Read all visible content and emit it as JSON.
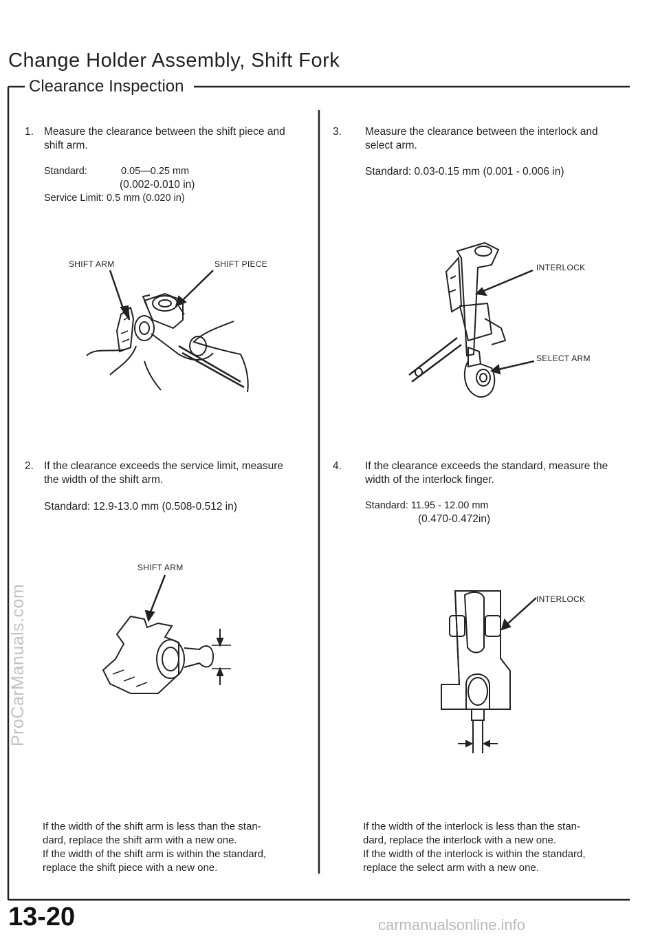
{
  "page": {
    "title": "Change Holder Assembly, Shift Fork",
    "section": "Clearance Inspection",
    "page_number": "13-20",
    "watermark": "ProCarManuals.com",
    "footer_link": "carmanualsonline.info"
  },
  "steps": {
    "s1": {
      "num": "1.",
      "text_line1": "Measure the clearance between the shift piece and",
      "text_line2": "shift arm.",
      "standard_label": "Standard:",
      "standard_mm": "0.05—0.25 mm",
      "standard_in": "(0.002-0.010 in)",
      "service_limit": "Service Limit: 0.5 mm (0.020 in)"
    },
    "s2": {
      "num": "2.",
      "text_line1": "If the clearance exceeds the service limit, measure",
      "text_line2": "the width of the shift arm.",
      "standard": "Standard: 12.9-13.0 mm (0.508-0.512 in)"
    },
    "s3": {
      "num": "3.",
      "text_line1": "Measure the clearance between the interlock and",
      "text_line2": "select arm.",
      "standard": "Standard: 0.03-0.15 mm (0.001 - 0.006 in)"
    },
    "s4": {
      "num": "4.",
      "text_line1": "If the clearance exceeds the standard, measure the",
      "text_line2": "width of the interlock finger.",
      "standard_mm": "Standard: 11.95 - 12.00 mm",
      "standard_in": "(0.470-0.472in)"
    }
  },
  "labels": {
    "shift_arm_1": "SHIFT ARM",
    "shift_piece": "SHIFT PIECE",
    "interlock_1": "INTERLOCK",
    "select_arm": "SELECT ARM",
    "shift_arm_2": "SHIFT ARM",
    "interlock_2": "INTERLOCK"
  },
  "notes": {
    "left": [
      "If the width of the shift arm is less than the stan-",
      "dard, replace the shift arm with a new one.",
      "If the width of the shift arm is within the standard,",
      "replace the shift piece with a new one."
    ],
    "right": [
      "If the width of the interlock is less than the stan-",
      "dard, replace the interlock with a new one.",
      "If the width of the interlock is within the standard,",
      "replace the select arm with a new one."
    ]
  }
}
